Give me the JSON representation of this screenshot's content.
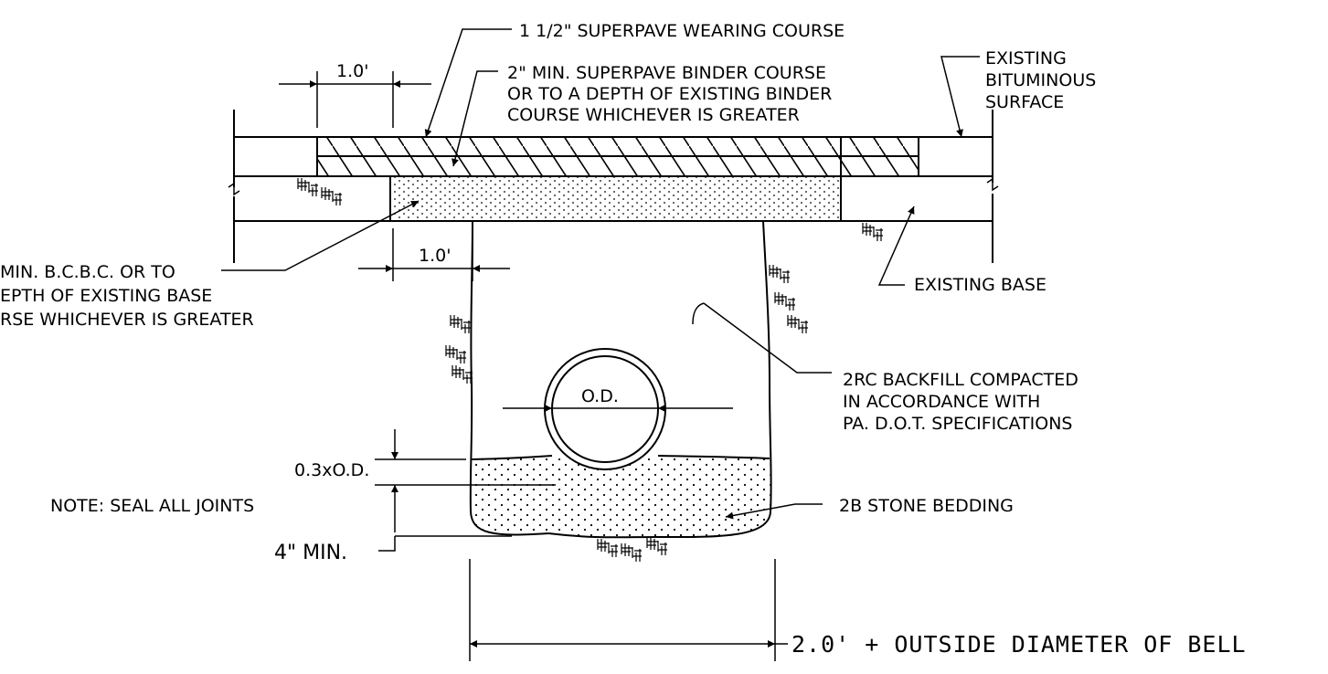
{
  "labels": {
    "wearing_course": "1 1/2\" SUPERPAVE WEARING COURSE",
    "binder_course": [
      "2\" MIN. SUPERPAVE BINDER COURSE",
      "OR TO A DEPTH OF EXISTING BINDER",
      "COURSE WHICHEVER IS GREATER"
    ],
    "existing_surface": [
      "EXISTING",
      "BITUMINOUS",
      "SURFACE"
    ],
    "base_course": [
      "MIN. B.C.B.C. OR TO",
      "EPTH OF EXISTING BASE",
      "RSE WHICHEVER IS GREATER"
    ],
    "existing_base": "EXISTING BASE",
    "backfill": [
      "2RC BACKFILL COMPACTED",
      "IN ACCORDANCE WITH",
      "PA. D.O.T. SPECIFICATIONS"
    ],
    "stone_bedding": "2B STONE BEDDING",
    "note": "NOTE: SEAL ALL JOINTS"
  },
  "dimensions": {
    "top_offset": "1.0'",
    "trench_offset": "1.0'",
    "pipe_od": "O.D.",
    "bedding_above": "0.3xO.D.",
    "bedding_below": "4\" MIN.",
    "trench_width": "2.0' + OUTSIDE DIAMETER OF BELL"
  }
}
